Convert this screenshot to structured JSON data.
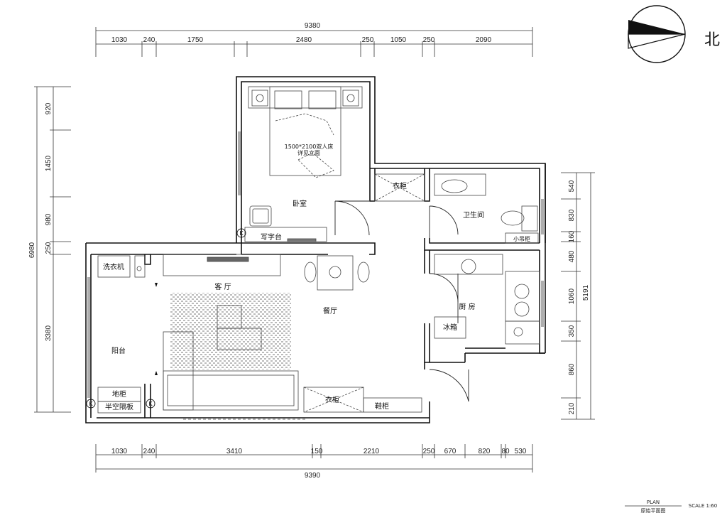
{
  "north_label": "北",
  "dims_top_total": "9380",
  "dims_top": [
    "1030",
    "240",
    "1750",
    "2480",
    "250",
    "1050",
    "250",
    "2090"
  ],
  "dims_bottom_total": "9390",
  "dims_bottom": [
    "1030",
    "240",
    "3410",
    "150",
    "2210",
    "250",
    "670",
    "820",
    "80",
    "530"
  ],
  "dims_left_total": "6980",
  "dims_left": [
    "920",
    "1450",
    "980",
    "250",
    "3380"
  ],
  "dims_right_total": "5191",
  "dims_right": [
    "540",
    "830",
    "160",
    "480",
    "1060",
    "350",
    "860",
    "210"
  ],
  "rooms": {
    "bed_note_1": "1500*2100双人床",
    "bed_note_2": "详见立面",
    "bedroom": "卧室",
    "desk": "写字台",
    "wardrobe_top": "衣柜",
    "bathroom": "卫生间",
    "small_cabinet": "小吊柜",
    "washer": "洗衣机",
    "living": "客 厅",
    "dining": "餐厅",
    "kitchen": "厨 房",
    "fridge": "冰箱",
    "balcony": "阳台",
    "floor_cabinet": "地柜",
    "half_partition": "半空隔板",
    "wardrobe_bottom": "衣柜",
    "shoe_cabinet": "鞋柜",
    "k_marker": "K"
  },
  "title_block": {
    "plan": "PLAN",
    "name": "原始平面图",
    "scale": "SCALE 1:60"
  }
}
